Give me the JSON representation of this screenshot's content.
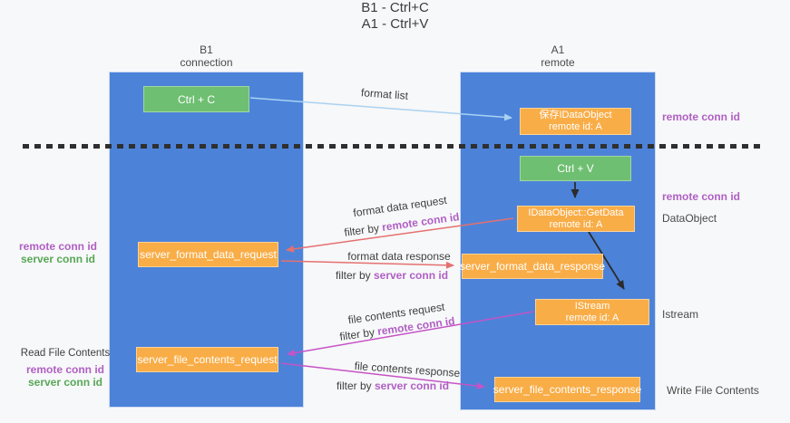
{
  "title": {
    "line1": "B1 - Ctrl+C",
    "line2": "A1 - Ctrl+V"
  },
  "columns": {
    "b1": {
      "name": "B1",
      "subtitle": "connection"
    },
    "a1": {
      "name": "A1",
      "subtitle": "remote"
    }
  },
  "nodes": {
    "ctrl_c": "Ctrl + C",
    "ctrl_v": "Ctrl + V",
    "save_dataobject": {
      "line1": "保存IDataObject",
      "line2": "remote id: A"
    },
    "getdata": {
      "line1": "IDataObject::GetData",
      "line2": "remote id: A"
    },
    "istream": {
      "line1": "IStream",
      "line2": "remote id: A"
    },
    "format_request": "server_format_data_request",
    "format_response": "server_format_data_response",
    "file_request": "server_file_contents_request",
    "file_response": "server_file_contents_response"
  },
  "arrows": {
    "format_list": "format list",
    "format_data_request": "format data request",
    "format_data_response": "format data response",
    "file_contents_request": "file contents request",
    "file_contents_response": "file contents response",
    "filter_by": "filter by ",
    "remote_conn_id": "remote conn id",
    "server_conn_id": "server conn id"
  },
  "side_labels": {
    "remote_conn_id": "remote conn id",
    "server_conn_id": "server conn id",
    "dataobject": "DataObject",
    "istream": "Istream",
    "read_file_contents": "Read File Contents",
    "write_file_contents": "Write File Contents"
  },
  "colors": {
    "lifeline_blue": "#4c83d9",
    "node_orange": "#f9ad47",
    "node_green": "#6fbf72",
    "arrow_light_blue": "#a9d2f2",
    "arrow_salmon": "#e57070",
    "arrow_magenta": "#c653c6",
    "arrow_black": "#2b2b2b",
    "label_purple": "#b05fc4",
    "label_green": "#57a757",
    "text_dark": "#3f3f3f",
    "background": "#f7f8f9"
  }
}
